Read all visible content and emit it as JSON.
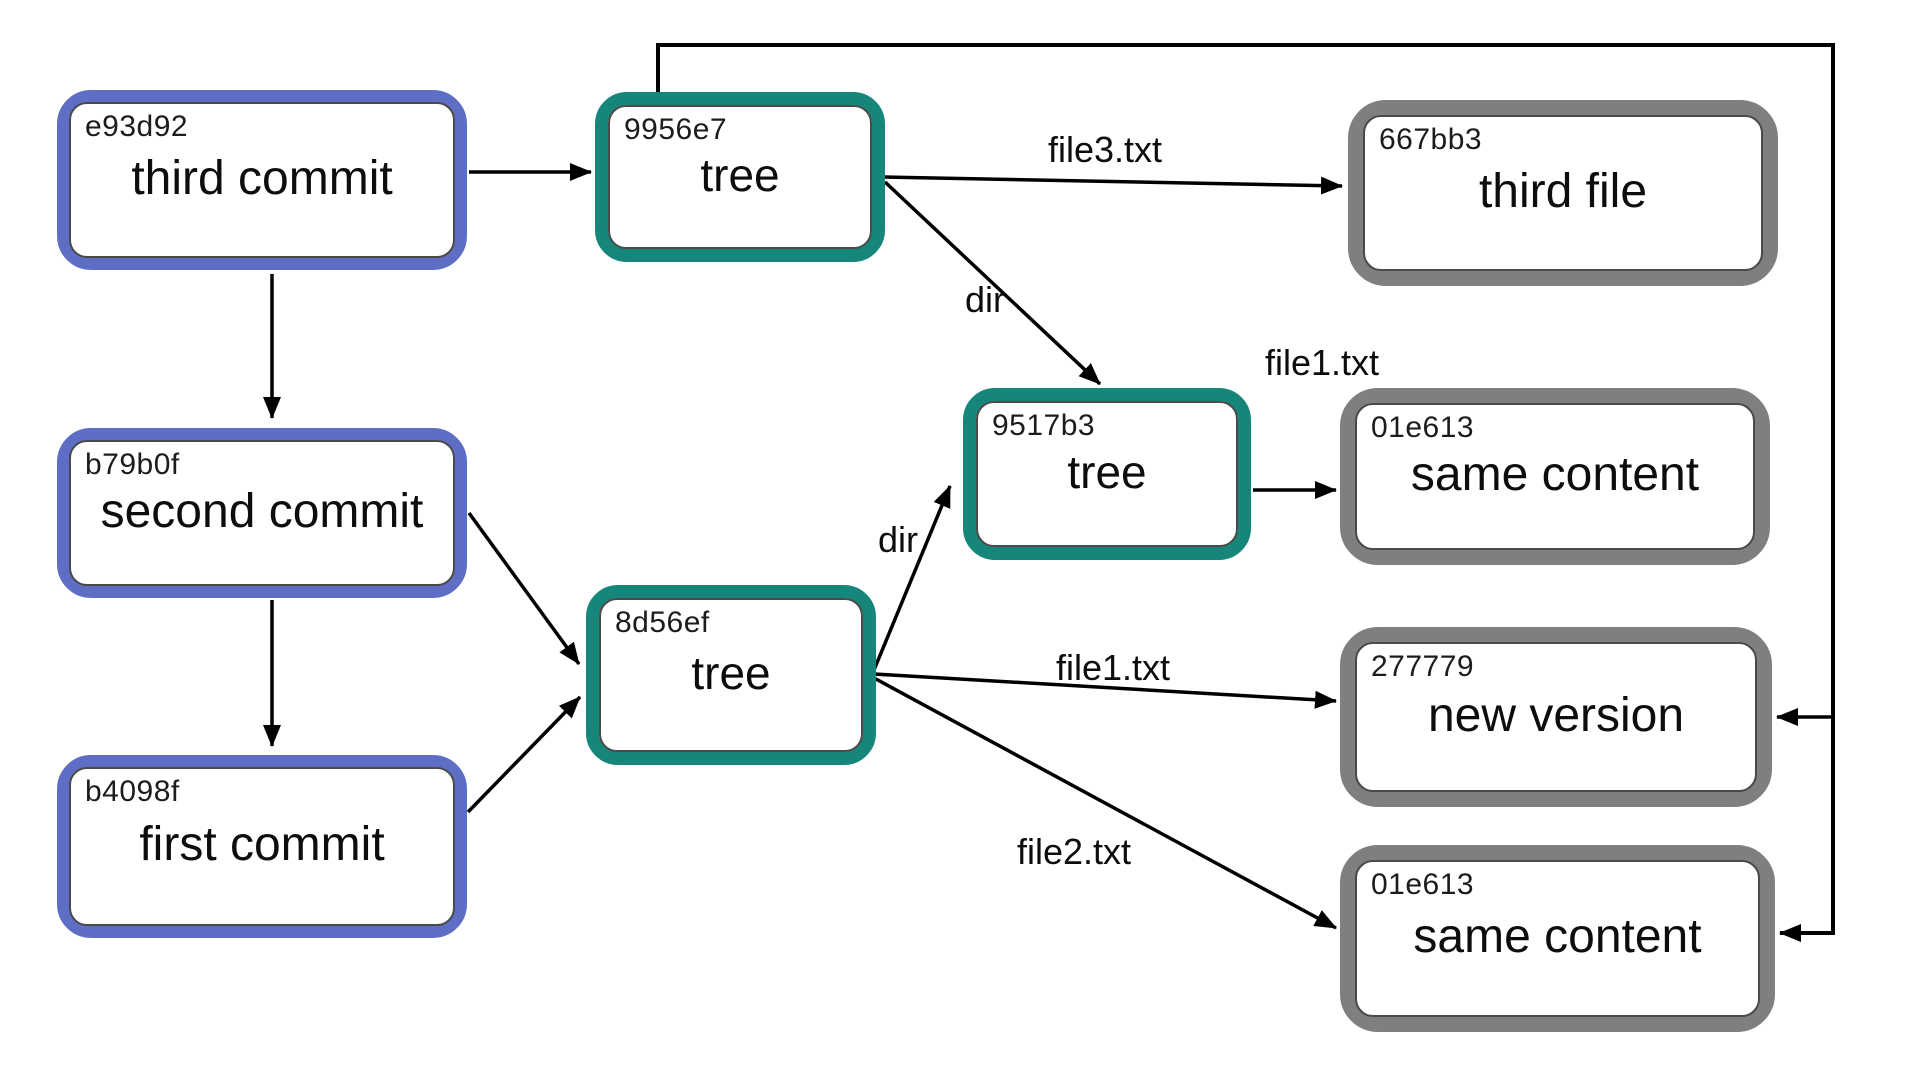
{
  "diagram": {
    "colors": {
      "commit_border": "#5e6ec4",
      "tree_border": "#17867a",
      "blob_border": "#7f7f7f",
      "arrow": "#000000",
      "background": "#ffffff",
      "text": "#111111"
    },
    "nodes": [
      {
        "type": "commit",
        "hash": "e93d92",
        "label": "third commit"
      },
      {
        "type": "commit",
        "hash": "b79b0f",
        "label": "second commit"
      },
      {
        "type": "commit",
        "hash": "b4098f",
        "label": "first commit"
      },
      {
        "type": "tree",
        "hash": "9956e7",
        "label": "tree"
      },
      {
        "type": "tree",
        "hash": "9517b3",
        "label": "tree"
      },
      {
        "type": "tree",
        "hash": "8d56ef",
        "label": "tree"
      },
      {
        "type": "blob",
        "hash": "667bb3",
        "label": "third file"
      },
      {
        "type": "blob",
        "hash": "01e613",
        "label": "same content"
      },
      {
        "type": "blob",
        "hash": "277779",
        "label": "new version"
      },
      {
        "type": "blob",
        "hash": "01e613",
        "label": "same content"
      }
    ],
    "edge_labels": [
      {
        "text": "file3.txt"
      },
      {
        "text": "dir"
      },
      {
        "text": "file1.txt"
      },
      {
        "text": "dir"
      },
      {
        "text": "file1.txt"
      },
      {
        "text": "file2.txt"
      }
    ]
  }
}
